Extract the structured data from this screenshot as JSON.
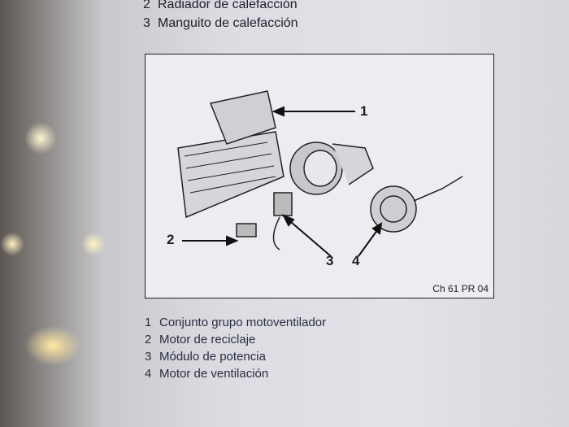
{
  "header_lines": [
    {
      "num": "2",
      "text": "Radiador de calefacción"
    },
    {
      "num": "3",
      "text": "Manguito de calefacción"
    }
  ],
  "figure": {
    "caption": "Ch 61 PR 04",
    "callouts": [
      "1",
      "2",
      "3",
      "4"
    ]
  },
  "legend": [
    {
      "num": "1",
      "text": "Conjunto grupo motoventilador"
    },
    {
      "num": "2",
      "text": "Motor de reciclaje"
    },
    {
      "num": "3",
      "text": "Módulo de potencia"
    },
    {
      "num": "4",
      "text": "Motor de ventilación"
    }
  ]
}
